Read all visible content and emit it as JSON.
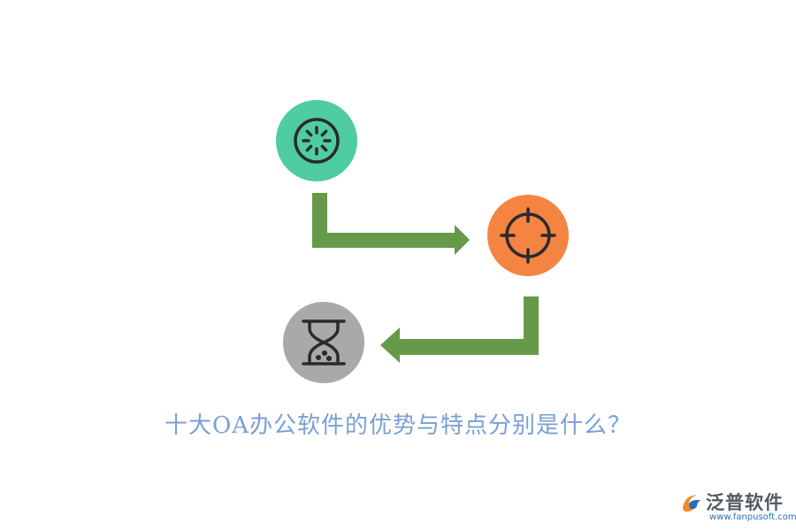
{
  "title": "十大OA办公软件的优势与特点分别是什么？",
  "colors": {
    "title": "#7a9fd6",
    "arrow": "#66994a",
    "circle_teal": "#4fcca3",
    "circle_orange": "#f58442",
    "circle_gray": "#a9a9a9",
    "icon_stroke": "#2b2b2b"
  },
  "nodes": [
    {
      "name": "step-1",
      "icon": "dial-icon"
    },
    {
      "name": "step-2",
      "icon": "crosshair-icon"
    },
    {
      "name": "step-3",
      "icon": "hourglass-icon"
    }
  ],
  "brand": {
    "name": "泛普软件",
    "url": "www.fanpusoft.com"
  }
}
